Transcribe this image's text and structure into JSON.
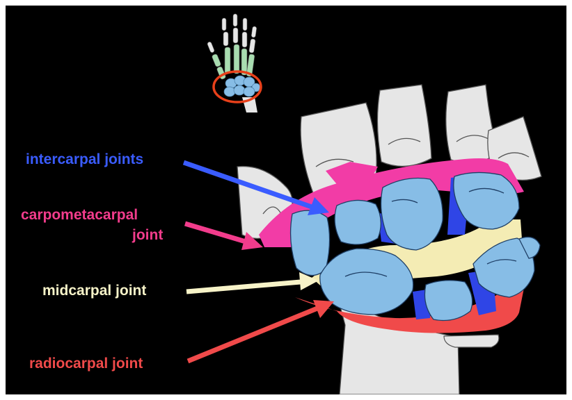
{
  "labels": {
    "intercarpal": "intercarpal joints",
    "carpometacarpal_line1": "carpometacarpal",
    "carpometacarpal_line2": "joint",
    "midcarpal": "midcarpal joint",
    "radiocarpal": "radiocarpal joint"
  },
  "colors": {
    "background": "#000000",
    "bone": "#e6e6e6",
    "bone_outline": "#555555",
    "carpal_bone": "#87bde6",
    "intercarpal": "#2f45e6",
    "carpometacarpal": "#f23ca6",
    "midcarpal": "#f4ecb4",
    "radiocarpal": "#f04a4a",
    "finger_bone": "#a8dcb0",
    "highlight_circle": "#e8401a"
  },
  "icons": {
    "thumbnail": "hand-skeleton-icon"
  }
}
